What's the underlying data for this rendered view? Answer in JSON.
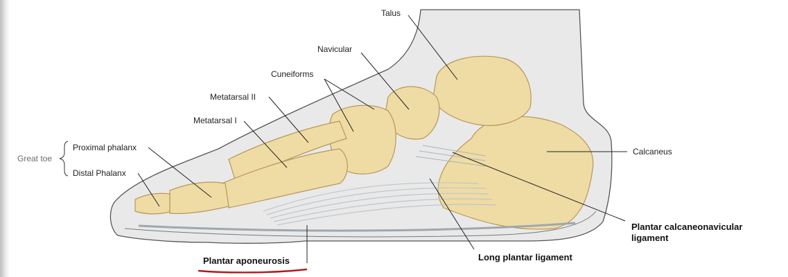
{
  "group_label": "Great toe",
  "labels": {
    "talus": "Talus",
    "navicular": "Navicular",
    "cuneiforms": "Cuneiforms",
    "metatarsal_ii": "Metatarsal II",
    "metatarsal_i": "Metatarsal I",
    "proximal_phalanx": "Proximal phalanx",
    "distal_phalanx": "Distal Phalanx",
    "calcaneus": "Calcaneus",
    "plantar_calcaneonavicular_line1": "Plantar calcaneonavicular",
    "plantar_calcaneonavicular_line2": "ligament",
    "long_plantar_ligament": "Long plantar ligament",
    "plantar_aponeurosis": "Plantar aponeurosis"
  },
  "colors": {
    "bone": "#efdca4",
    "bone_outline": "#b8965a",
    "soft_tissue": "#e9e9e9",
    "ligament": "#bfc6cc",
    "leader": "#222222",
    "underline": "#b11a1a"
  }
}
